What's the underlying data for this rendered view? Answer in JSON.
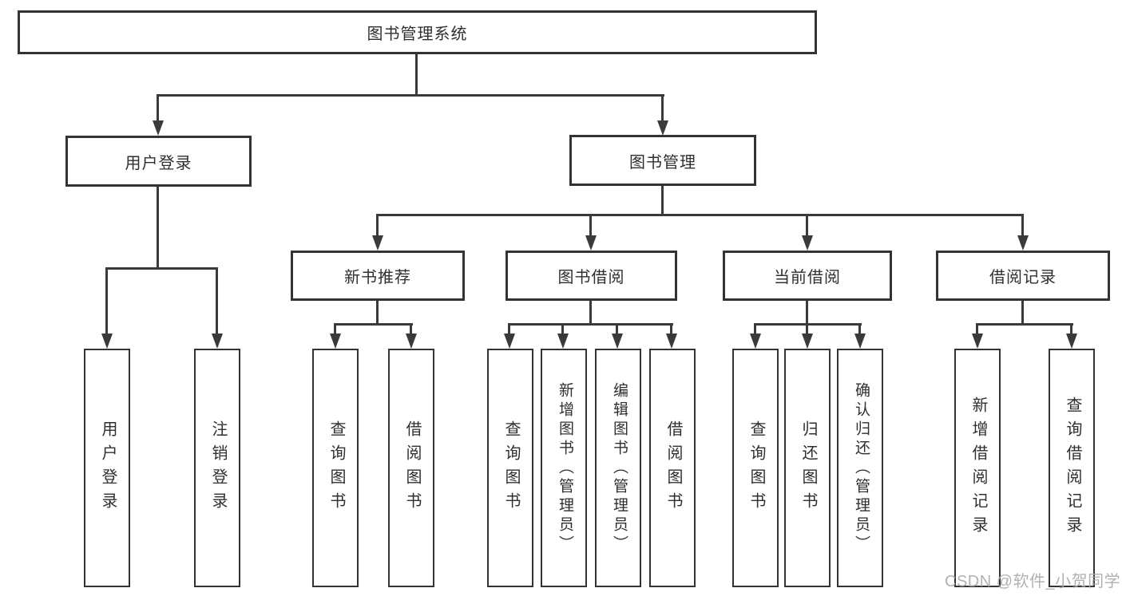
{
  "tree": {
    "label": "图书管理系统",
    "children": [
      {
        "label": "用户登录",
        "children": [
          {
            "label": "用户登录"
          },
          {
            "label": "注销登录"
          }
        ]
      },
      {
        "label": "图书管理",
        "children": [
          {
            "label": "新书推荐",
            "children": [
              {
                "label": "查询图书"
              },
              {
                "label": "借阅图书"
              }
            ]
          },
          {
            "label": "图书借阅",
            "children": [
              {
                "label": "查询图书"
              },
              {
                "label": "新增图书（管理员）"
              },
              {
                "label": "编辑图书（管理员）"
              },
              {
                "label": "借阅图书"
              }
            ]
          },
          {
            "label": "当前借阅",
            "children": [
              {
                "label": "查询图书"
              },
              {
                "label": "归还图书"
              },
              {
                "label": "确认归还（管理员）"
              }
            ]
          },
          {
            "label": "借阅记录",
            "children": [
              {
                "label": "新增借阅记录"
              },
              {
                "label": "查询借阅记录"
              }
            ]
          }
        ]
      }
    ]
  },
  "watermark": {
    "text": "CSDN @软件_小贺同学"
  },
  "colors": {
    "background": "#ffffff",
    "line": "#3a3a3a",
    "border": "#333333",
    "text": "#2f2f2f",
    "watermark": "#a9a9a9"
  }
}
